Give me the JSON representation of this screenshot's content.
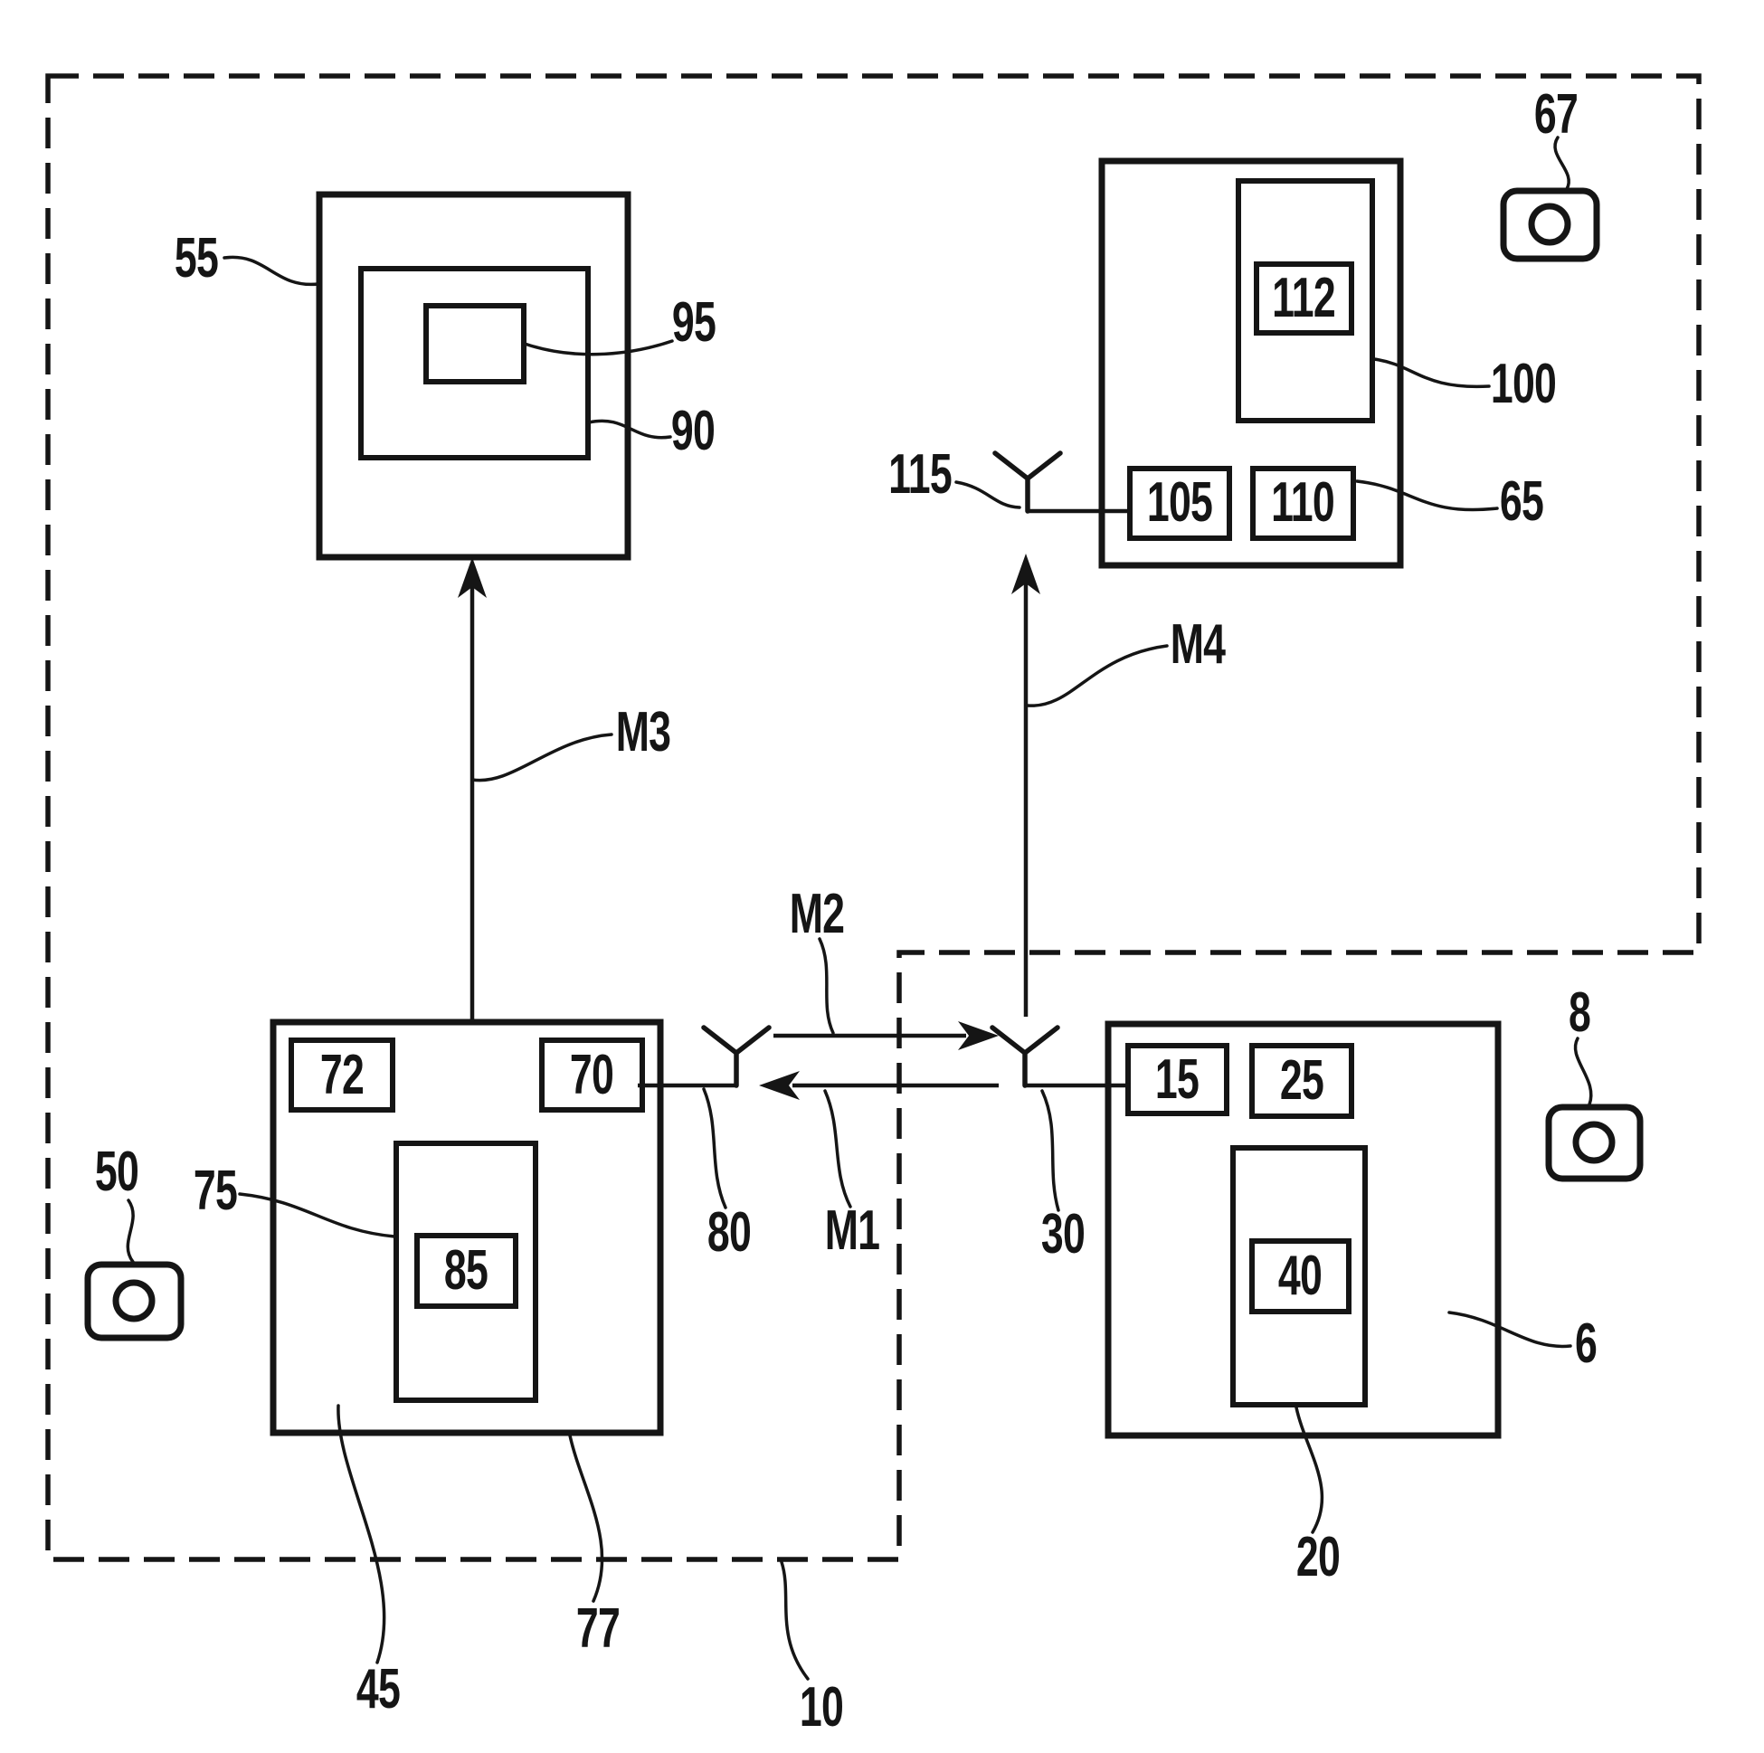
{
  "colors": {
    "ink": "#151515",
    "background": "#ffffff"
  },
  "labels": {
    "region": "10",
    "display_outer": "55",
    "display_screen": "90",
    "display_window": "95",
    "msg_m1": "M1",
    "msg_m2": "M2",
    "msg_m3": "M3",
    "msg_m4": "M4",
    "left_device": "45",
    "left_module_a": "72",
    "left_module_b": "70",
    "left_inner": "75",
    "left_chip": "85",
    "left_antenna": "80",
    "left_button": "50",
    "left_device_edge": "77",
    "top_device": "65",
    "top_inner": "100",
    "top_chip": "112",
    "top_module_a": "105",
    "top_module_b": "110",
    "top_antenna": "115",
    "top_button": "67",
    "right_device": "6",
    "right_module_a": "15",
    "right_module_b": "25",
    "right_inner": "20",
    "right_chip": "40",
    "right_antenna": "30",
    "right_button": "8"
  }
}
